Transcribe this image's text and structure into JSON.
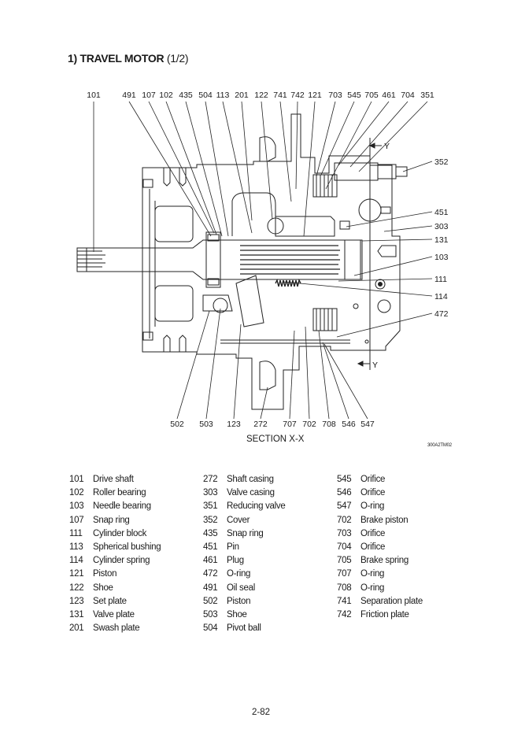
{
  "header": {
    "title": "1) TRAVEL MOTOR",
    "subtitle": "(1/2)"
  },
  "drawing": {
    "caption": "SECTION X-X",
    "code": "300A2TM02",
    "section_marker": "Y",
    "top_callouts": [
      "101",
      "491",
      "107",
      "102",
      "435",
      "504",
      "113",
      "201",
      "122",
      "741",
      "742",
      "121",
      "703",
      "545",
      "705",
      "461",
      "704",
      "351"
    ],
    "right_callouts": [
      "352",
      "451",
      "303",
      "131",
      "103",
      "111",
      "114",
      "472"
    ],
    "bottom_callouts": [
      "502",
      "503",
      "123",
      "272",
      "707",
      "702",
      "708",
      "546",
      "547"
    ]
  },
  "parts_list": {
    "columns": [
      [
        {
          "no": "101",
          "name": "Drive shaft"
        },
        {
          "no": "102",
          "name": "Roller bearing"
        },
        {
          "no": "103",
          "name": "Needle bearing"
        },
        {
          "no": "107",
          "name": "Snap ring"
        },
        {
          "no": "111",
          "name": "Cylinder block"
        },
        {
          "no": "113",
          "name": "Spherical bushing"
        },
        {
          "no": "114",
          "name": "Cylinder spring"
        },
        {
          "no": "121",
          "name": "Piston"
        },
        {
          "no": "122",
          "name": "Shoe"
        },
        {
          "no": "123",
          "name": "Set plate"
        },
        {
          "no": "131",
          "name": "Valve plate"
        },
        {
          "no": "201",
          "name": "Swash plate"
        }
      ],
      [
        {
          "no": "272",
          "name": "Shaft casing"
        },
        {
          "no": "303",
          "name": "Valve casing"
        },
        {
          "no": "351",
          "name": "Reducing valve"
        },
        {
          "no": "352",
          "name": "Cover"
        },
        {
          "no": "435",
          "name": "Snap ring"
        },
        {
          "no": "451",
          "name": "Pin"
        },
        {
          "no": "461",
          "name": "Plug"
        },
        {
          "no": "472",
          "name": "O-ring"
        },
        {
          "no": "491",
          "name": "Oil seal"
        },
        {
          "no": "502",
          "name": "Piston"
        },
        {
          "no": "503",
          "name": "Shoe"
        },
        {
          "no": "504",
          "name": "Pivot ball"
        }
      ],
      [
        {
          "no": "545",
          "name": "Orifice"
        },
        {
          "no": "546",
          "name": "Orifice"
        },
        {
          "no": "547",
          "name": "O-ring"
        },
        {
          "no": "702",
          "name": "Brake piston"
        },
        {
          "no": "703",
          "name": "Orifice"
        },
        {
          "no": "704",
          "name": "Orifice"
        },
        {
          "no": "705",
          "name": "Brake spring"
        },
        {
          "no": "707",
          "name": "O-ring"
        },
        {
          "no": "708",
          "name": "O-ring"
        },
        {
          "no": "741",
          "name": "Separation plate"
        },
        {
          "no": "742",
          "name": "Friction plate"
        }
      ]
    ]
  },
  "footer": {
    "page_number": "2-82"
  }
}
